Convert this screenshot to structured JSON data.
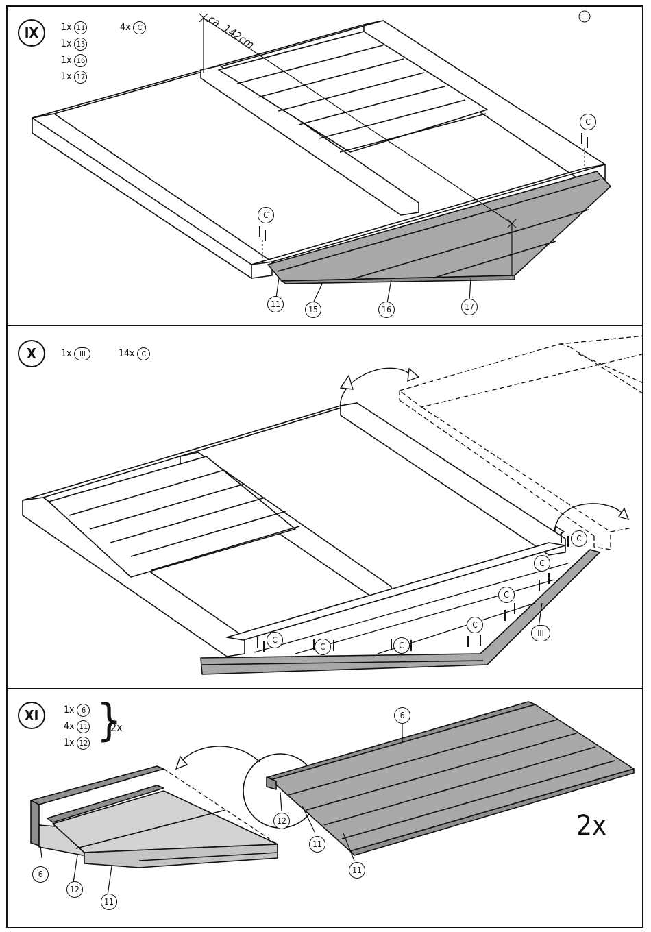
{
  "step_ix": {
    "number": "IX",
    "parts_left": [
      {
        "qty": "1x",
        "part": "11"
      },
      {
        "qty": "1x",
        "part": "15"
      },
      {
        "qty": "1x",
        "part": "16"
      },
      {
        "qty": "1x",
        "part": "17"
      }
    ],
    "parts_right": [
      {
        "qty": "4x",
        "part": "C"
      }
    ],
    "dimension": "ca. 142cm",
    "callouts": {
      "c1": "C",
      "c2": "C",
      "p11": "11",
      "p15": "15",
      "p16": "16",
      "p17": "17"
    }
  },
  "step_x": {
    "number": "X",
    "parts_left": [
      {
        "qty": "1x",
        "part": "III"
      }
    ],
    "parts_right": [
      {
        "qty": "14x",
        "part": "C"
      }
    ],
    "callouts": {
      "c1": "C",
      "c2": "C",
      "c3": "C",
      "c4": "C",
      "c5": "C",
      "c6": "C",
      "c7": "C",
      "p3": "III"
    }
  },
  "step_xi": {
    "number": "XI",
    "parts": [
      {
        "qty": "1x",
        "part": "6"
      },
      {
        "qty": "4x",
        "part": "11"
      },
      {
        "qty": "1x",
        "part": "12"
      }
    ],
    "multiplier": "2x",
    "big_multiplier": "2x",
    "callouts": {
      "p6a": "6",
      "p12a": "12",
      "p11a": "11",
      "p6b": "6",
      "p12b": "12",
      "p11b": "11",
      "p11c": "11"
    }
  },
  "colors": {
    "panel_fill": "#a9a9a9",
    "light_fill": "#d3d3d3",
    "dark_fill": "#8f8f8f",
    "line": "#111111"
  }
}
